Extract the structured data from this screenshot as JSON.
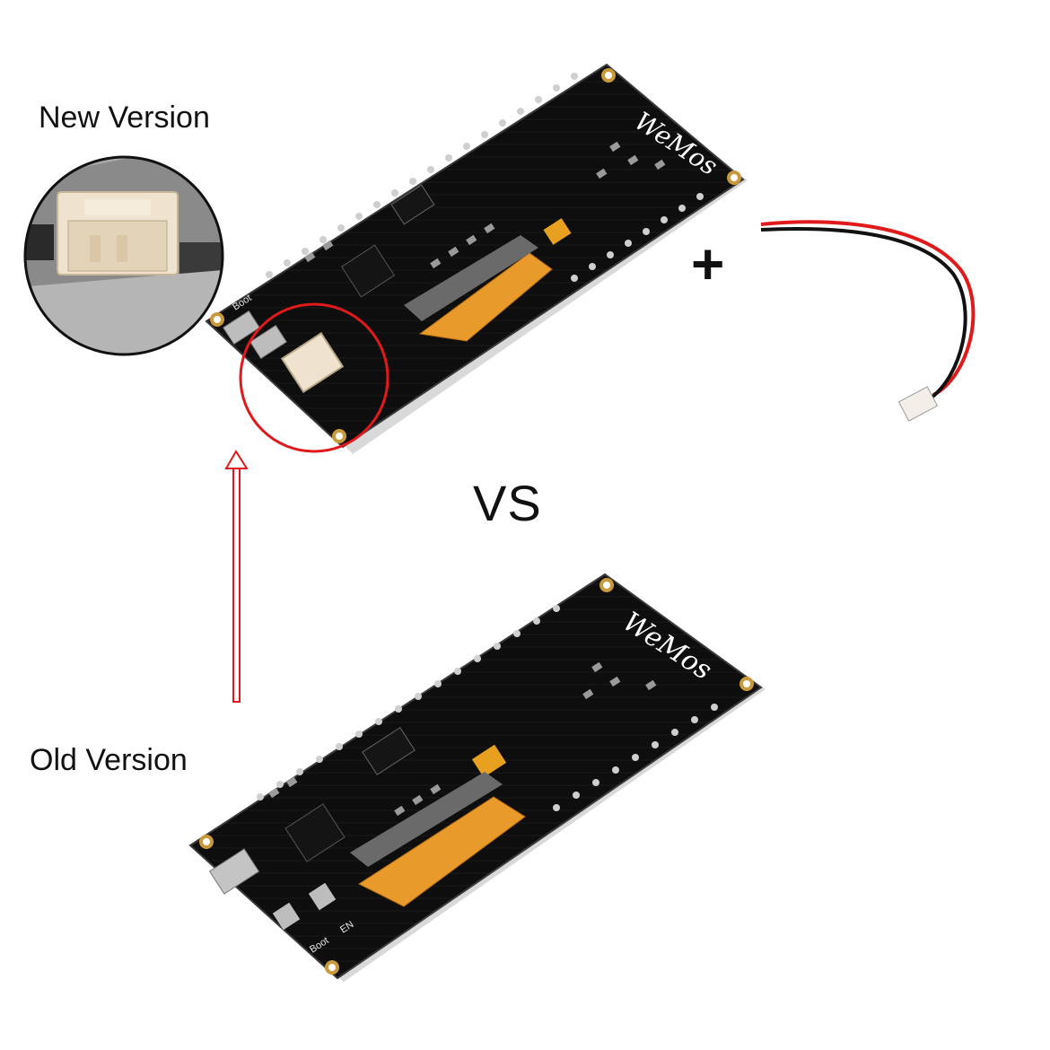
{
  "labels": {
    "new_version": "New Version",
    "old_version": "Old Version",
    "vs": "VS",
    "plus": "+"
  },
  "board_markings": {
    "brand": "WeMos",
    "boot": "Boot",
    "en": "EN"
  },
  "colors": {
    "highlight": "#e0191b",
    "board": "#0d0d0d",
    "ribbon": "#e89a2a",
    "wire_red": "#e0191b",
    "wire_black": "#111111",
    "connector": "#efe3cf"
  },
  "icons": [
    "up-arrow-icon",
    "highlight-circle-icon",
    "plus-icon"
  ]
}
